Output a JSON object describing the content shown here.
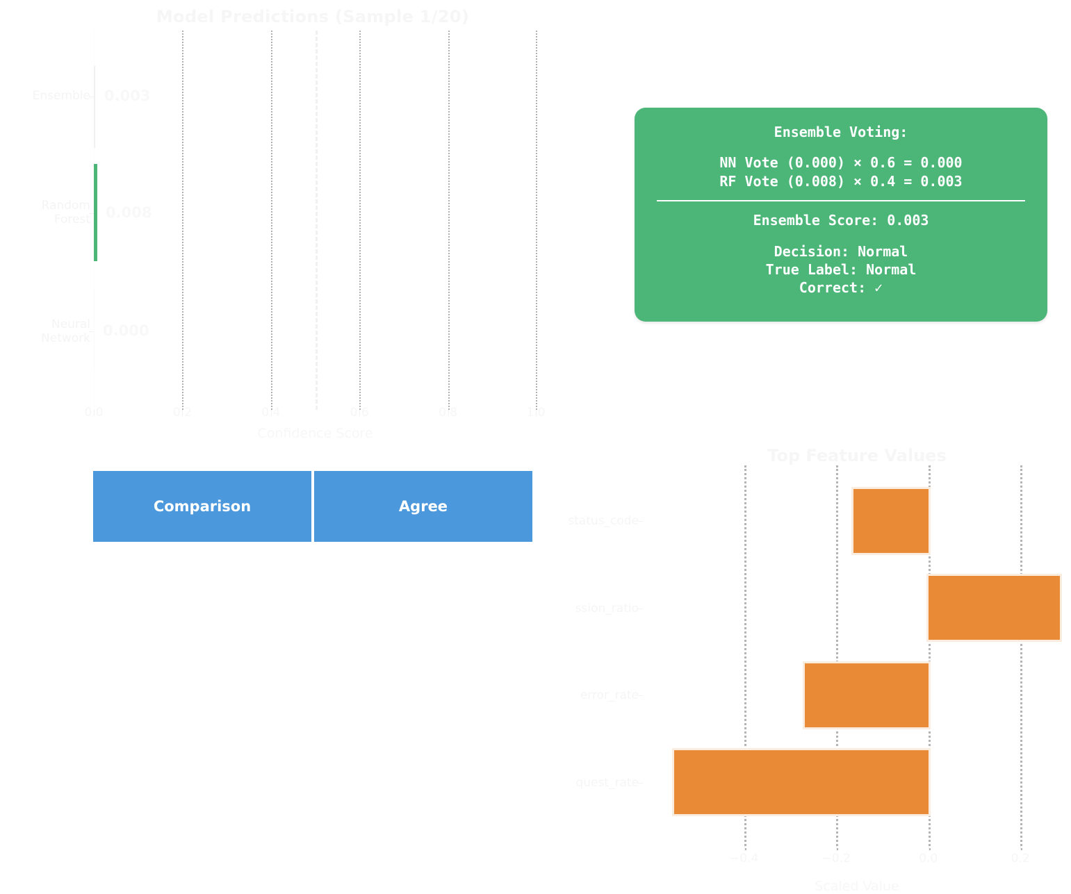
{
  "colors": {
    "ensemble_panel_bg": "#4cb578",
    "blue_panel_bg": "#4b98dc",
    "bar_orange": "#e98b36",
    "bar_green": "#4cb578",
    "bar_gray": "#f0f0f0",
    "faint_text": "#f6f6f6"
  },
  "predictions_chart": {
    "title": "Model Predictions (Sample 1/20)",
    "xlabel": "Confidence Score",
    "ylabel": "",
    "xticks": [
      "0.0",
      "0.2",
      "0.4",
      "0.6",
      "0.8",
      "1.0"
    ],
    "value_labels": [
      "0.003",
      "0.008",
      "0.000"
    ],
    "ylabels": [
      "Ensemble",
      "Random\nForest",
      "Neural\nNetwork"
    ],
    "threshold_label": "0.5"
  },
  "chart_data": [
    {
      "type": "bar",
      "orientation": "horizontal",
      "title": "Model Predictions (Sample 1/20)",
      "xlabel": "Confidence Score",
      "ylabel": "",
      "categories": [
        "Ensemble",
        "Random Forest",
        "Neural Network"
      ],
      "values": [
        0.003,
        0.008,
        0.0
      ],
      "value_labels": [
        "0.003",
        "0.008",
        "0.000"
      ],
      "xlim": [
        0.0,
        1.0
      ],
      "xticks": [
        0.0,
        0.2,
        0.4,
        0.6,
        0.8,
        1.0
      ],
      "grid": true,
      "legend": "none",
      "threshold_line": 0.5,
      "bar_colors": [
        "#f0f0f0",
        "#4cb578",
        "#f6f6f6"
      ]
    },
    {
      "type": "bar",
      "orientation": "horizontal",
      "title": "Top Feature Values",
      "xlabel": "Scaled Value",
      "ylabel": "",
      "categories": [
        "status_code",
        "ssion_ratio",
        "error_rate",
        "quest_rate"
      ],
      "values": [
        -0.162,
        0.286,
        -0.268,
        -0.552
      ],
      "xlim": [
        -0.62,
        0.31
      ],
      "xticks": [
        -0.4,
        -0.2,
        0.0,
        0.2
      ],
      "xtick_labels": [
        "−0.4",
        "−0.2",
        "0.0",
        "0.2"
      ],
      "grid": true,
      "legend": "none",
      "bar_color": "#e98b36"
    }
  ],
  "features_chart": {
    "title": "Top Feature Values",
    "xlabel": "Scaled Value",
    "xticks": [
      "−0.4",
      "−0.2",
      "0.0",
      "0.2"
    ],
    "ylabels": [
      "status_code",
      "ssion_ratio",
      "error_rate",
      "quest_rate"
    ]
  },
  "ensemble_panel": {
    "heading": "Ensemble Voting:",
    "nn_vote": "NN Vote (0.000) × 0.6 = 0.000",
    "rf_vote": "RF Vote (0.008) × 0.4 = 0.003",
    "ensemble_score": "Ensemble Score: 0.003",
    "decision": "Decision: Normal",
    "true_label": "True Label: Normal",
    "correct": "Correct: ✓"
  },
  "panels": {
    "comparison_label": "Comparison",
    "agree_label": "Agree"
  }
}
